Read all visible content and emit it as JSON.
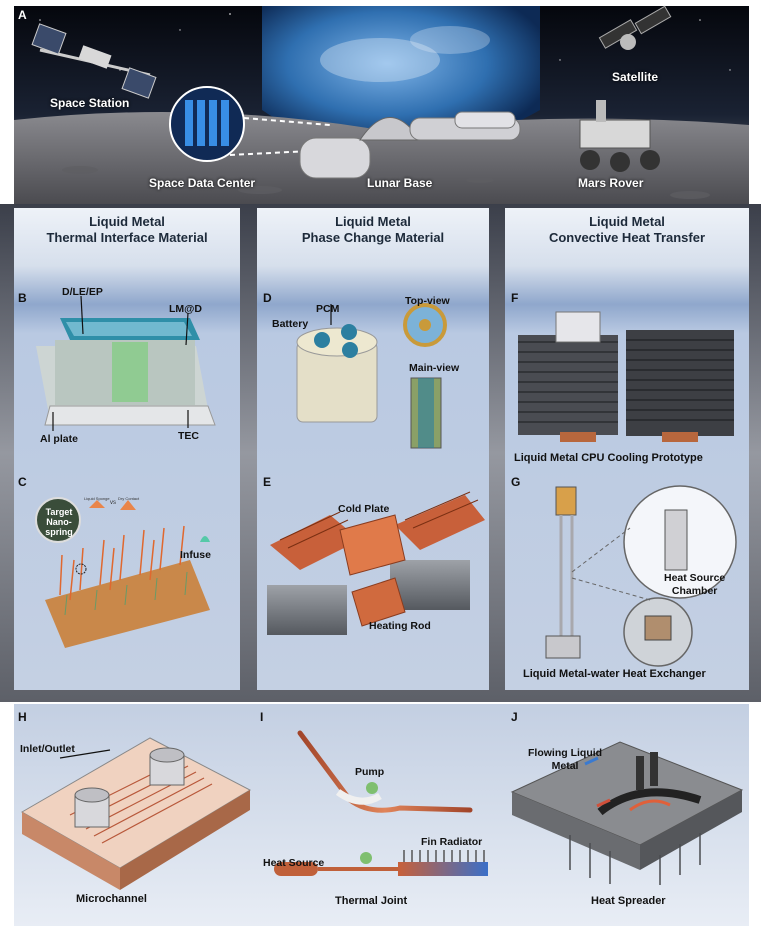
{
  "panel_a": {
    "letter": "A",
    "labels": {
      "space_station": "Space Station",
      "satellite": "Satellite",
      "space_data_center": "Space Data Center",
      "lunar_base": "Lunar Base",
      "mars_rover": "Mars Rover"
    }
  },
  "columns": [
    {
      "title1": "Liquid Metal",
      "title2": "Thermal Interface Material"
    },
    {
      "title1": "Liquid Metal",
      "title2": "Phase Change Material"
    },
    {
      "title1": "Liquid Metal",
      "title2": "Convective Heat Transfer"
    }
  ],
  "panel_b": {
    "letter": "B",
    "labels": {
      "d_le_ep": "D/LE/EP",
      "lm_d": "LM@D",
      "al_plate": "Al plate",
      "tec": "TEC"
    }
  },
  "panel_c": {
    "letter": "C",
    "labels": {
      "target": "Target",
      "nano": "Nano-",
      "spring": "spring",
      "liquid": "Liquid Sponge",
      "vs": "vs",
      "dry": "Dry Contact",
      "infuse": "Infuse"
    }
  },
  "panel_d": {
    "letter": "D",
    "labels": {
      "pcm": "PCM",
      "battery": "Battery",
      "top_view": "Top-view",
      "main_view": "Main-view"
    }
  },
  "panel_e": {
    "letter": "E",
    "labels": {
      "cold_plate": "Cold Plate",
      "heating_rod": "Heating Rod"
    }
  },
  "panel_f": {
    "letter": "F",
    "caption": "Liquid Metal CPU Cooling Prototype"
  },
  "panel_g": {
    "letter": "G",
    "labels": {
      "heat_source_1": "Heat Source",
      "heat_source_2": "Chamber"
    },
    "caption": "Liquid Metal-water Heat Exchanger"
  },
  "panel_h": {
    "letter": "H",
    "labels": {
      "inlet": "Inlet/Outlet"
    },
    "caption": "Microchannel"
  },
  "panel_i": {
    "letter": "I",
    "labels": {
      "pump": "Pump",
      "fin_radiator": "Fin Radiator",
      "heat_source": "Heat Source"
    },
    "caption": "Thermal Joint"
  },
  "panel_j": {
    "letter": "J",
    "labels": {
      "flowing1": "Flowing Liquid",
      "flowing2": "Metal"
    },
    "caption": "Heat Spreader"
  },
  "colors": {
    "space_dark": "#0b1220",
    "panel_blue": "#c9d6e8",
    "copper": "#c8603a",
    "earth_blue": "#2f6fb0"
  }
}
